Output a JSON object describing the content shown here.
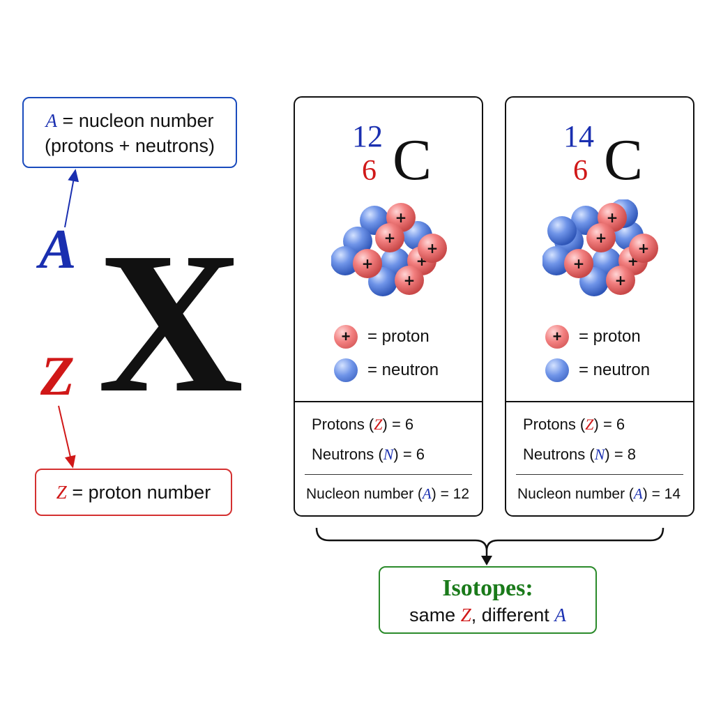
{
  "notation": {
    "symbol": "X",
    "mass_letter": "A",
    "atomic_letter": "Z",
    "box_a": {
      "letter": "A",
      "line1": " = nucleon number",
      "line2": "(protons + neutrons)"
    },
    "box_z": {
      "letter": "Z",
      "text": " = proton number"
    }
  },
  "legend": {
    "proton_sign": "+",
    "proton_label": "= proton",
    "neutron_label": "= neutron"
  },
  "isotopes": [
    {
      "mass_number": "12",
      "atomic_number": "6",
      "element": "C",
      "protons_label": "Protons (",
      "protons_letter": "Z",
      "protons_value": ") = 6",
      "neutrons_label": "Neutrons (",
      "neutrons_letter": "N",
      "neutrons_value": ") = 6",
      "nucleon_label": "Nucleon number (",
      "nucleon_letter": "A",
      "nucleon_value": ") = 12",
      "proton_count": 6,
      "neutron_count": 6
    },
    {
      "mass_number": "14",
      "atomic_number": "6",
      "element": "C",
      "protons_label": "Protons (",
      "protons_letter": "Z",
      "protons_value": ") = 6",
      "neutrons_label": "Neutrons (",
      "neutrons_letter": "N",
      "neutrons_value": ") = 8",
      "nucleon_label": "Nucleon number (",
      "nucleon_letter": "A",
      "nucleon_value": ") = 14",
      "proton_count": 6,
      "neutron_count": 8
    }
  ],
  "summary": {
    "title": "Isotopes:",
    "prefix": "same ",
    "z": "Z",
    "middle": ", different ",
    "a": "A"
  },
  "colors": {
    "mass": "#1a2fb0",
    "atomic": "#d01818",
    "isotopes": "#1a7a1a",
    "proton": "#f27f7f",
    "neutron": "#6f94e8"
  }
}
